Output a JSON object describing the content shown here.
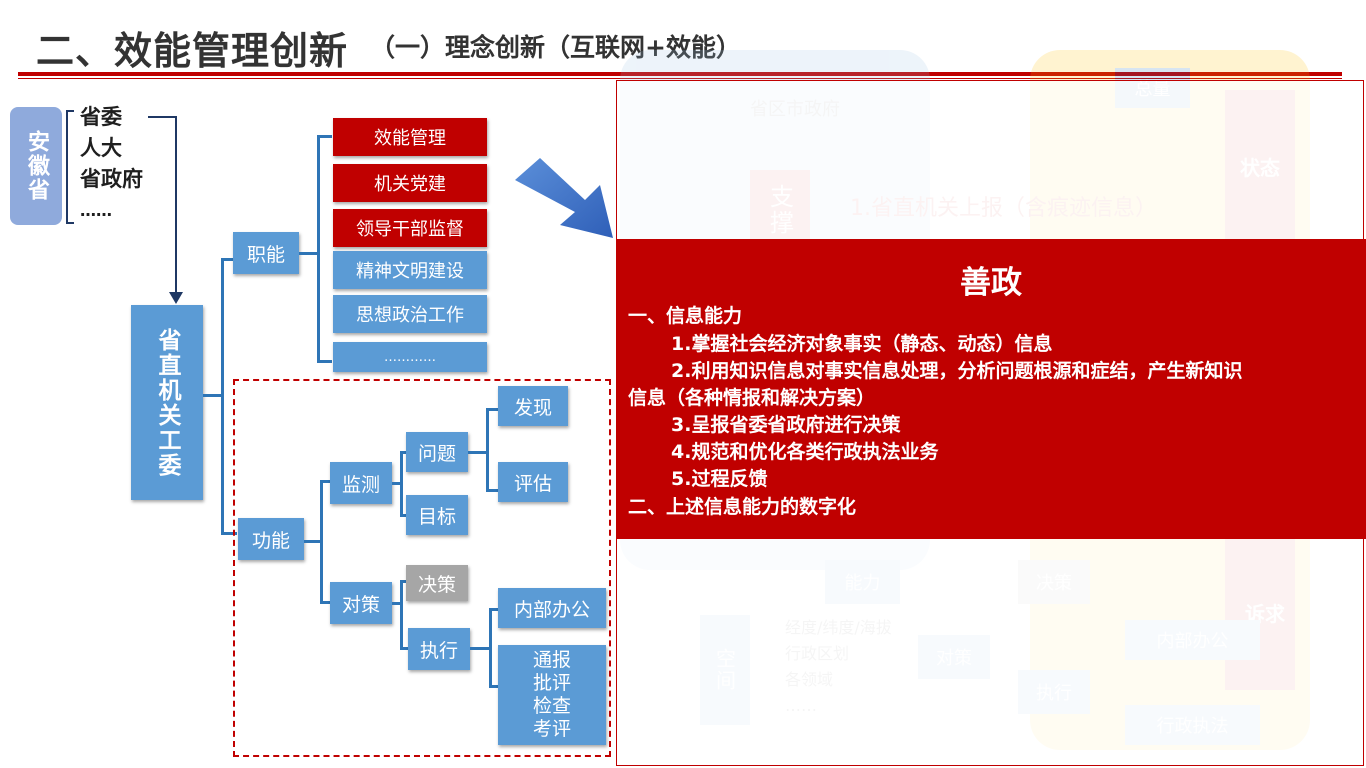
{
  "title": {
    "main": "二、效能管理创新",
    "sub": "（一）理念创新（互联网+效能）"
  },
  "province": {
    "label": "安徽省",
    "items": [
      "省委",
      "人大",
      "省政府",
      "……"
    ]
  },
  "committee": "省直机关工委",
  "duties": {
    "label": "职能",
    "items": [
      "效能管理",
      "机关党建",
      "领导干部监督",
      "精神文明建设",
      "思想政治工作",
      "…………"
    ]
  },
  "functions": {
    "label": "功能",
    "monitor": {
      "label": "监测",
      "problem": "问题",
      "discover": "发现",
      "assess": "评估",
      "target": "目标"
    },
    "countermeasure": {
      "label": "对策",
      "decide": "决策",
      "execute": "执行",
      "internal": "内部办公",
      "actions": [
        "通报",
        "批评",
        "检查",
        "考评"
      ]
    }
  },
  "background": {
    "support": "支撑",
    "report": "1.省直机关上报（含痕迹信息）",
    "city_gov": "省区市政府",
    "total": "总量",
    "state": "状态",
    "request": "诉求",
    "ability": "能力",
    "countermeasure": "对策",
    "decide": "决策",
    "execute": "执行",
    "internal": "内部办公",
    "admin": "行政执法",
    "space": "空间",
    "geo": [
      "经度/纬度/海拔",
      "行政区划",
      "各领域",
      "……"
    ]
  },
  "panel": {
    "heading": "善政",
    "lines": [
      "一、信息能力",
      "1.掌握社会经济对象事实（静态、动态）信息",
      "2.利用知识信息对事实信息处理，分析问题根源和症结，产生新知识",
      "信息（各种情报和解决方案）",
      "3.呈报省委省政府进行决策",
      "4.规范和优化各类行政执法业务",
      "5.过程反馈",
      "二、上述信息能力的数字化"
    ]
  },
  "colors": {
    "accent_red": "#c00000",
    "node_blue": "#5b9bd5",
    "line_blue": "#2e75b6",
    "gray": "#a6a6a6",
    "province_bg": "#8faadc"
  }
}
